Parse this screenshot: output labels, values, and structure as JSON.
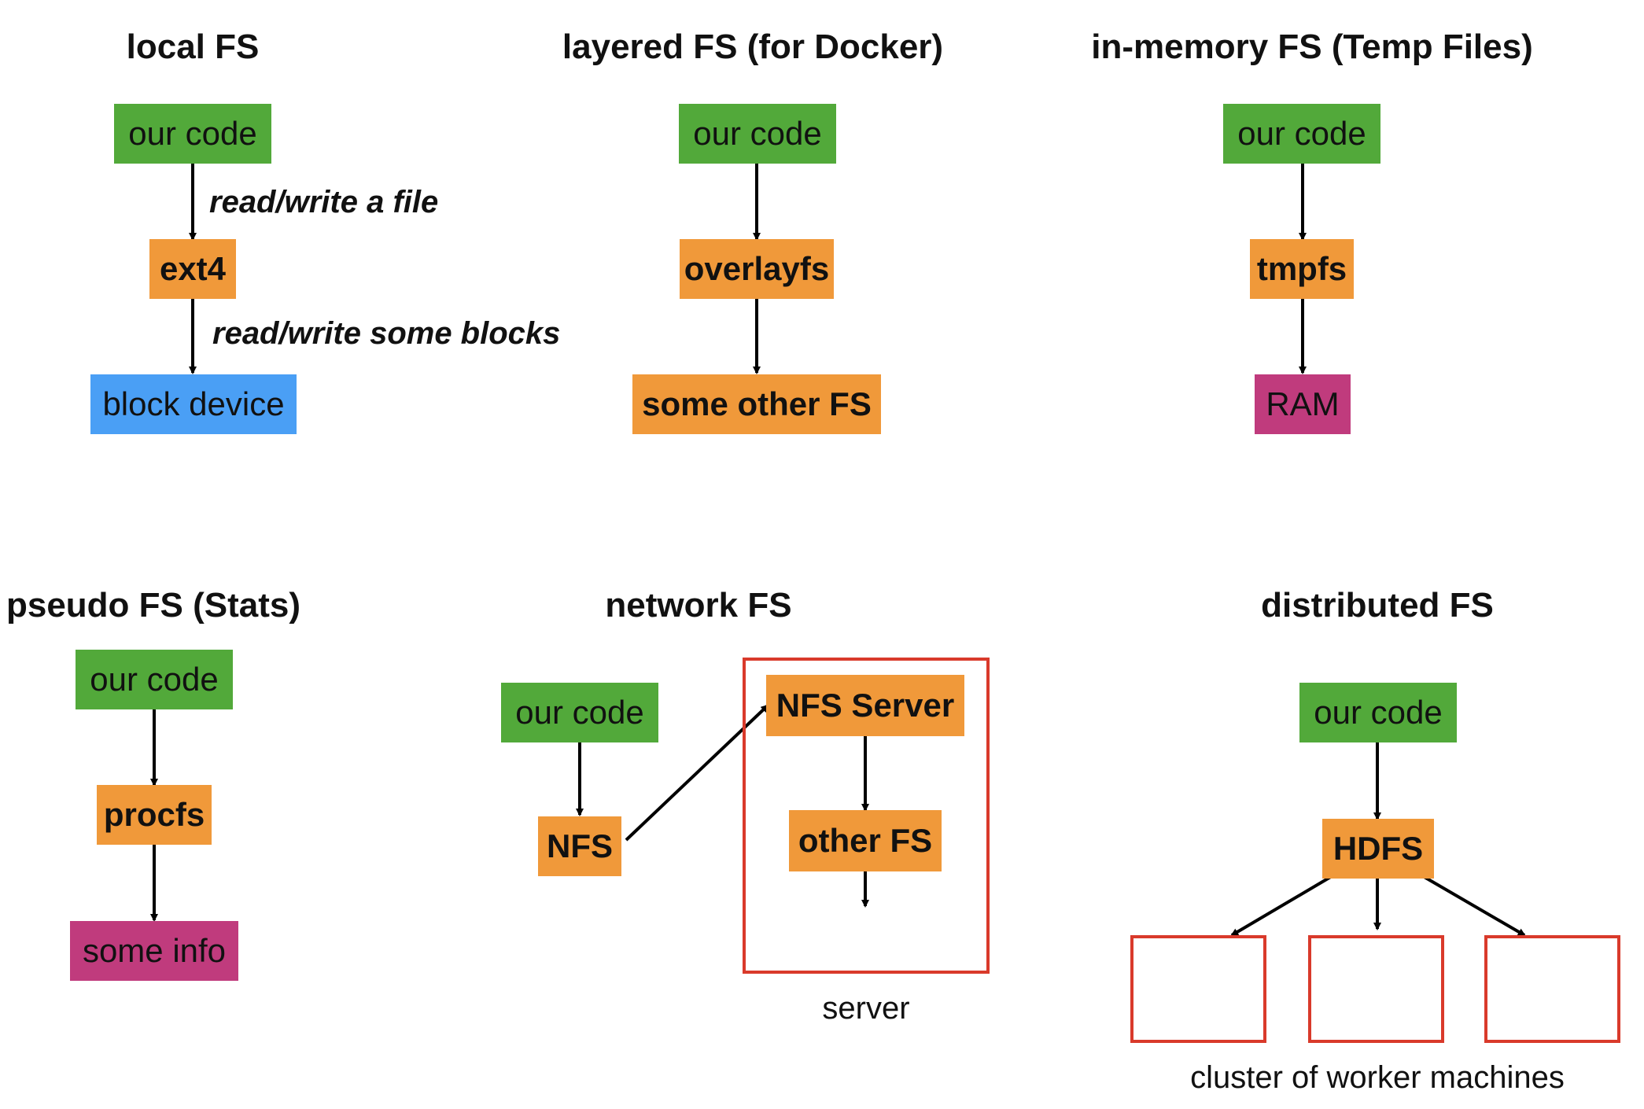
{
  "panels": {
    "local": {
      "title": "local FS",
      "code": "our code",
      "fs": "ext4",
      "backend": "block device",
      "edge1": "read/write a file",
      "edge2": "read/write some blocks"
    },
    "layered": {
      "title": "layered FS (for Docker)",
      "code": "our code",
      "fs": "overlayfs",
      "backend": "some other FS"
    },
    "memory": {
      "title": "in-memory FS (Temp Files)",
      "code": "our code",
      "fs": "tmpfs",
      "backend": "RAM"
    },
    "pseudo": {
      "title": "pseudo FS (Stats)",
      "code": "our code",
      "fs": "procfs",
      "backend": "some info"
    },
    "network": {
      "title": "network FS",
      "code": "our code",
      "client": "NFS",
      "server": "NFS Server",
      "server_fs": "other FS",
      "server_caption": "server"
    },
    "distributed": {
      "title": "distributed FS",
      "code": "our code",
      "fs": "HDFS",
      "workers_caption": "cluster of worker machines"
    }
  },
  "colors": {
    "code": "#52a93a",
    "fs": "#f0993a",
    "block_device": "#4a9ff5",
    "memory": "#c03b7d",
    "machine_border": "#d93a2b"
  }
}
